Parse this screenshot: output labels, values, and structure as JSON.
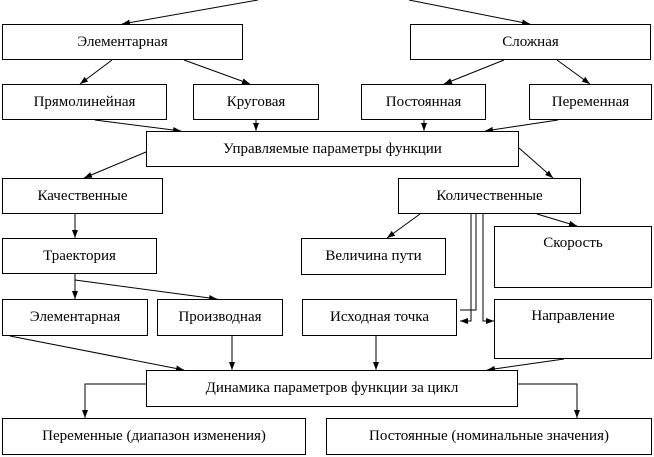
{
  "diagram": {
    "elementary_top": "Элементарная",
    "complex": "Сложная",
    "rectilinear": "Прямолинейная",
    "circular": "Круговая",
    "constant_top": "Постоянная",
    "variable_top": "Переменная",
    "controlled_params": "Управляемые параметры функции",
    "qualitative": "Качественные",
    "quantitative": "Количественные",
    "trajectory": "Траектория",
    "path_length": "Величина пути",
    "speed": "Скорость",
    "elementary_bottom": "Элементарная",
    "derivative": "Производная",
    "start_point": "Исходная точка",
    "direction": "Направление",
    "dynamics": "Динамика параметров функции за цикл",
    "variable_bottom": "Переменные (диапазон изменения)",
    "constant_bottom": "Постоянные (номинальные значения)"
  }
}
